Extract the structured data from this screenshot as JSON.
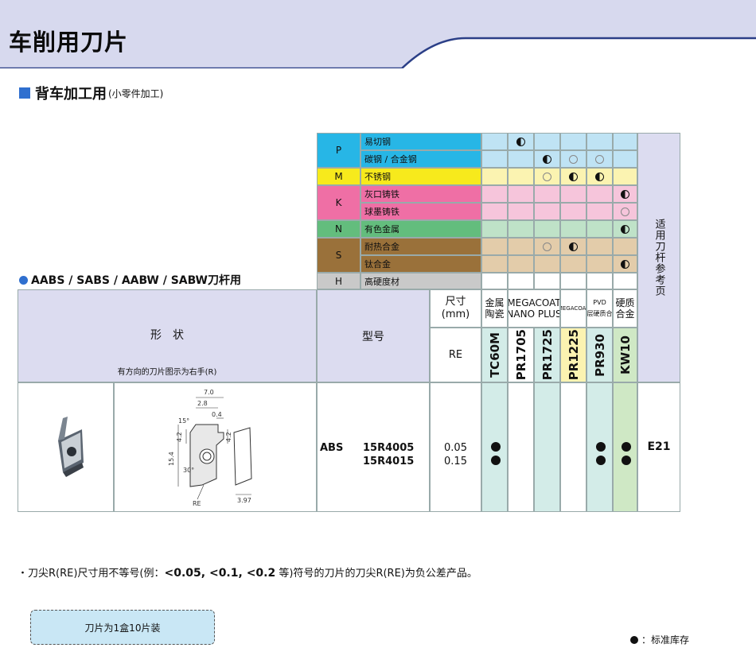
{
  "page": {
    "title": "车削用刀片",
    "subtitle": "背车加工用",
    "subtitle_small": "(小零件加工)",
    "holder_label": "AABS / SABS / AABW / SABW刀杆用"
  },
  "colors": {
    "header_band": "#d7d9ee",
    "header_dark": "#2b3f87",
    "P": "#27b6e6",
    "M": "#f7ea1c",
    "K": "#ef6fa5",
    "N": "#63bd7d",
    "S": "#9a713a",
    "H": "#c9c9c9",
    "P_light": "#bfe3f4",
    "M_light": "#fbf3b1",
    "K_light": "#f6c5db",
    "N_light": "#bfe2c8",
    "S_light": "#e3ccaa",
    "header_cell": "#dcdcf0",
    "col_mint": "#d3ece8",
    "col_yellow": "#fbf3b1",
    "col_green": "#cfe8c5"
  },
  "materials": [
    {
      "group": "P",
      "label": "易切钢"
    },
    {
      "group": "P",
      "label": "碳钢 / 合金钢"
    },
    {
      "group": "M",
      "label": "不锈钢"
    },
    {
      "group": "K",
      "label": "灰口铸铁"
    },
    {
      "group": "K",
      "label": "球墨铸铁"
    },
    {
      "group": "N",
      "label": "有色金属"
    },
    {
      "group": "S",
      "label": "耐热合金"
    },
    {
      "group": "S",
      "label": "钛合金"
    },
    {
      "group": "H",
      "label": "高硬度材"
    }
  ],
  "groups": [
    {
      "key": "P",
      "rows": [
        0,
        1
      ]
    },
    {
      "key": "M",
      "rows": [
        2
      ]
    },
    {
      "key": "K",
      "rows": [
        3,
        4
      ]
    },
    {
      "key": "N",
      "rows": [
        5
      ]
    },
    {
      "key": "S",
      "rows": [
        6,
        7
      ]
    },
    {
      "key": "H",
      "rows": [
        8
      ]
    }
  ],
  "marks": [
    {
      "row": 0,
      "col": 1,
      "type": "half"
    },
    {
      "row": 1,
      "col": 2,
      "type": "half"
    },
    {
      "row": 1,
      "col": 3,
      "type": "open"
    },
    {
      "row": 1,
      "col": 4,
      "type": "open"
    },
    {
      "row": 2,
      "col": 2,
      "type": "open"
    },
    {
      "row": 2,
      "col": 3,
      "type": "half"
    },
    {
      "row": 2,
      "col": 4,
      "type": "half"
    },
    {
      "row": 3,
      "col": 5,
      "type": "half"
    },
    {
      "row": 4,
      "col": 5,
      "type": "open"
    },
    {
      "row": 5,
      "col": 5,
      "type": "half"
    },
    {
      "row": 6,
      "col": 2,
      "type": "open"
    },
    {
      "row": 6,
      "col": 3,
      "type": "half"
    },
    {
      "row": 7,
      "col": 5,
      "type": "half"
    }
  ],
  "table": {
    "shape_header": "形　状",
    "shape_note": "有方向的刀片图示为右手(R)",
    "model_header": "型号",
    "dim_header": "尺寸\n(mm)",
    "re_label": "RE",
    "ref_page_header": "适用刀杆参考页",
    "grade_groups": [
      "金属\n陶瓷",
      "MEGACOAT\nNANO PLUS",
      "MEGACOAT",
      "PVD\n涂层硬质合金",
      "硬质\n合金"
    ],
    "grades": [
      "TC60M",
      "PR1705",
      "PR1725",
      "PR1225",
      "PR930",
      "KW10"
    ],
    "model_prefix": "ABS",
    "models": [
      "15R4005",
      "15R4015"
    ],
    "re_values": [
      "0.05",
      "0.15"
    ],
    "stock": [
      [
        true,
        true
      ],
      [
        false,
        false
      ],
      [
        false,
        false
      ],
      [
        false,
        false
      ],
      [
        true,
        true
      ],
      [
        true,
        true
      ]
    ],
    "ref_page": "E21"
  },
  "drawing": {
    "dims": [
      "7.0",
      "2.8",
      "0.4",
      "15°",
      "4.2",
      "4.2",
      "15.4",
      "30°",
      "RE",
      "3.97"
    ]
  },
  "footer": {
    "note_prefix": "・刀尖R(RE)尺寸用不等号(例：",
    "note_bold": "<0.05, <0.1, <0.2",
    "note_suffix": " 等)符号的刀片的刀尖R(RE)为负公差产品。",
    "package": "刀片为1盒10片装",
    "legend": "：标准库存"
  }
}
